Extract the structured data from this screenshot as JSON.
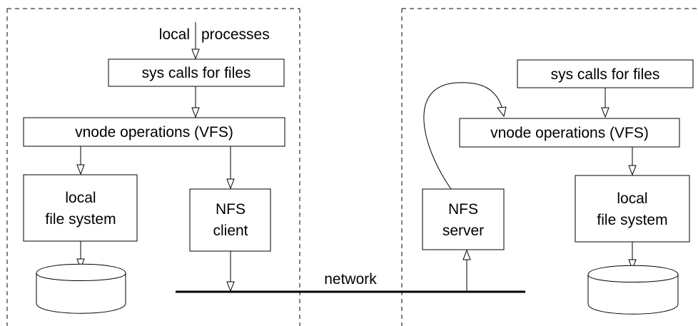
{
  "diagram": {
    "left_host": {
      "local_label": "local",
      "processes_label": "processes",
      "syscalls_label": "sys calls for files",
      "vfs_label": "vnode operations (VFS)",
      "localfs_line1": "local",
      "localfs_line2": "file system",
      "nfs_client_line1": "NFS",
      "nfs_client_line2": "client"
    },
    "right_host": {
      "syscalls_label": "sys calls for files",
      "vfs_label": "vnode operations (VFS)",
      "localfs_line1": "local",
      "localfs_line2": "file system",
      "nfs_server_line1": "NFS",
      "nfs_server_line2": "server"
    },
    "network_label": "network"
  }
}
